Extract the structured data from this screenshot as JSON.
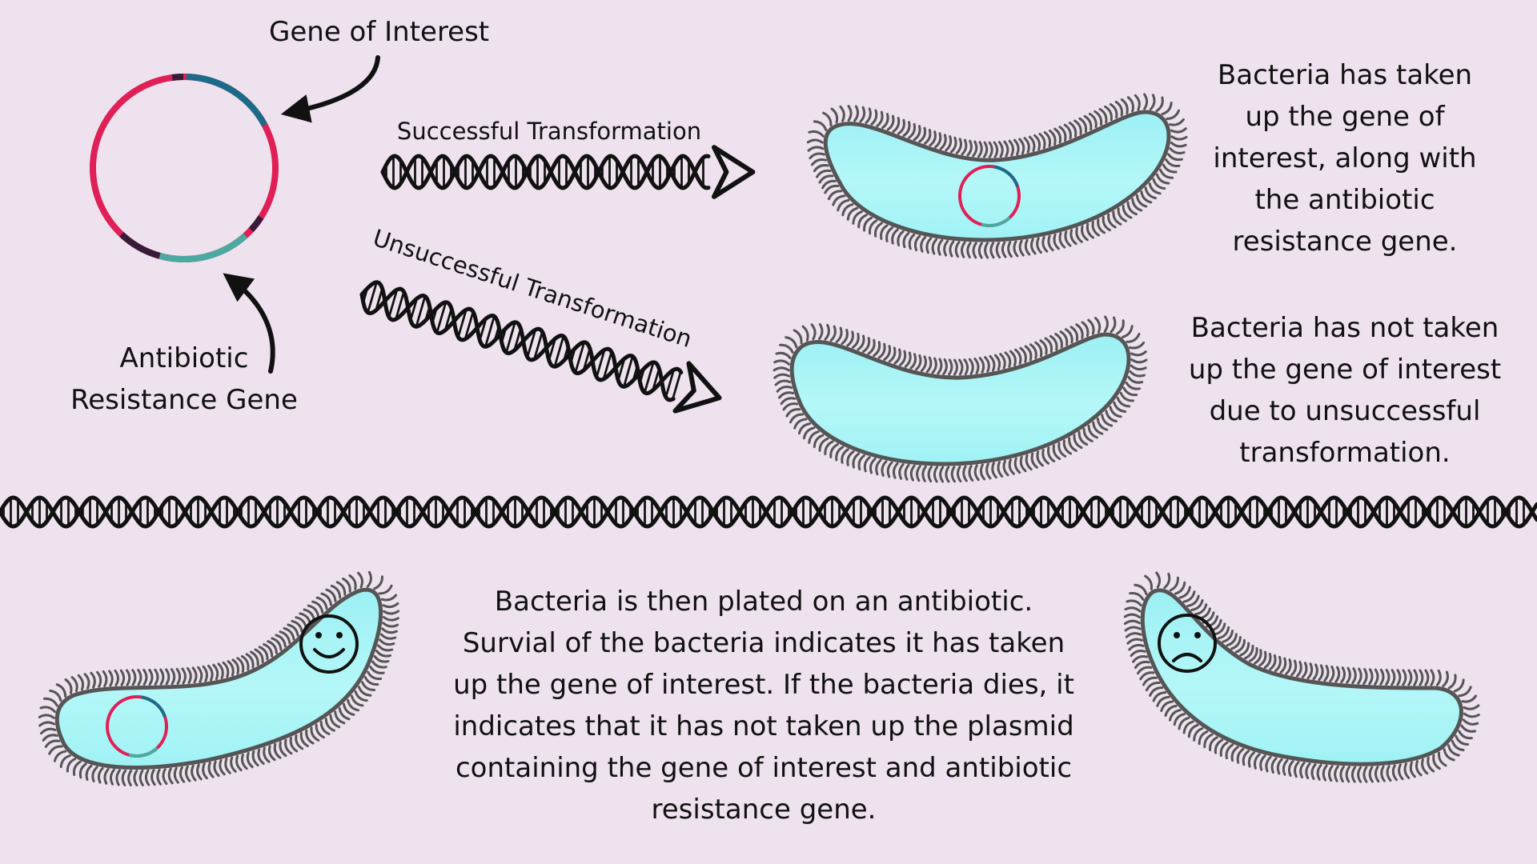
{
  "labels": {
    "gene_of_interest": "Gene of Interest",
    "antibiotic_resistance_gene": "Antibiotic Resistance Gene",
    "successful_transformation": "Successful Transformation",
    "unsuccessful_transformation": "Unsuccessful Transformation"
  },
  "captions": {
    "successful": "Bacteria has taken up the gene of interest, along with the antibiotic resistance gene.",
    "unsuccessful": "Bacteria has not taken up the gene of interest due to unsuccessful transformation.",
    "plating": "Bacteria is then plated on an antibiotic. Survial of the bacteria indicates it has taken up the gene of interest. If the bacteria dies, it indicates that it has not taken up the plasmid containing the gene of interest and antibiotic resistance gene."
  },
  "colors": {
    "background": "#ede2ee",
    "cell_fill": "#a5f3f6",
    "cell_outline": "#555555",
    "plasmid_red": "#df1f55",
    "plasmid_blue": "#1b6b88",
    "plasmid_teal": "#4aa9a0",
    "plasmid_dark": "#3a1a3a",
    "dna_stroke": "#111111"
  },
  "icons": {
    "happy_face": "smiley-face-icon",
    "sad_face": "frowning-face-icon"
  }
}
